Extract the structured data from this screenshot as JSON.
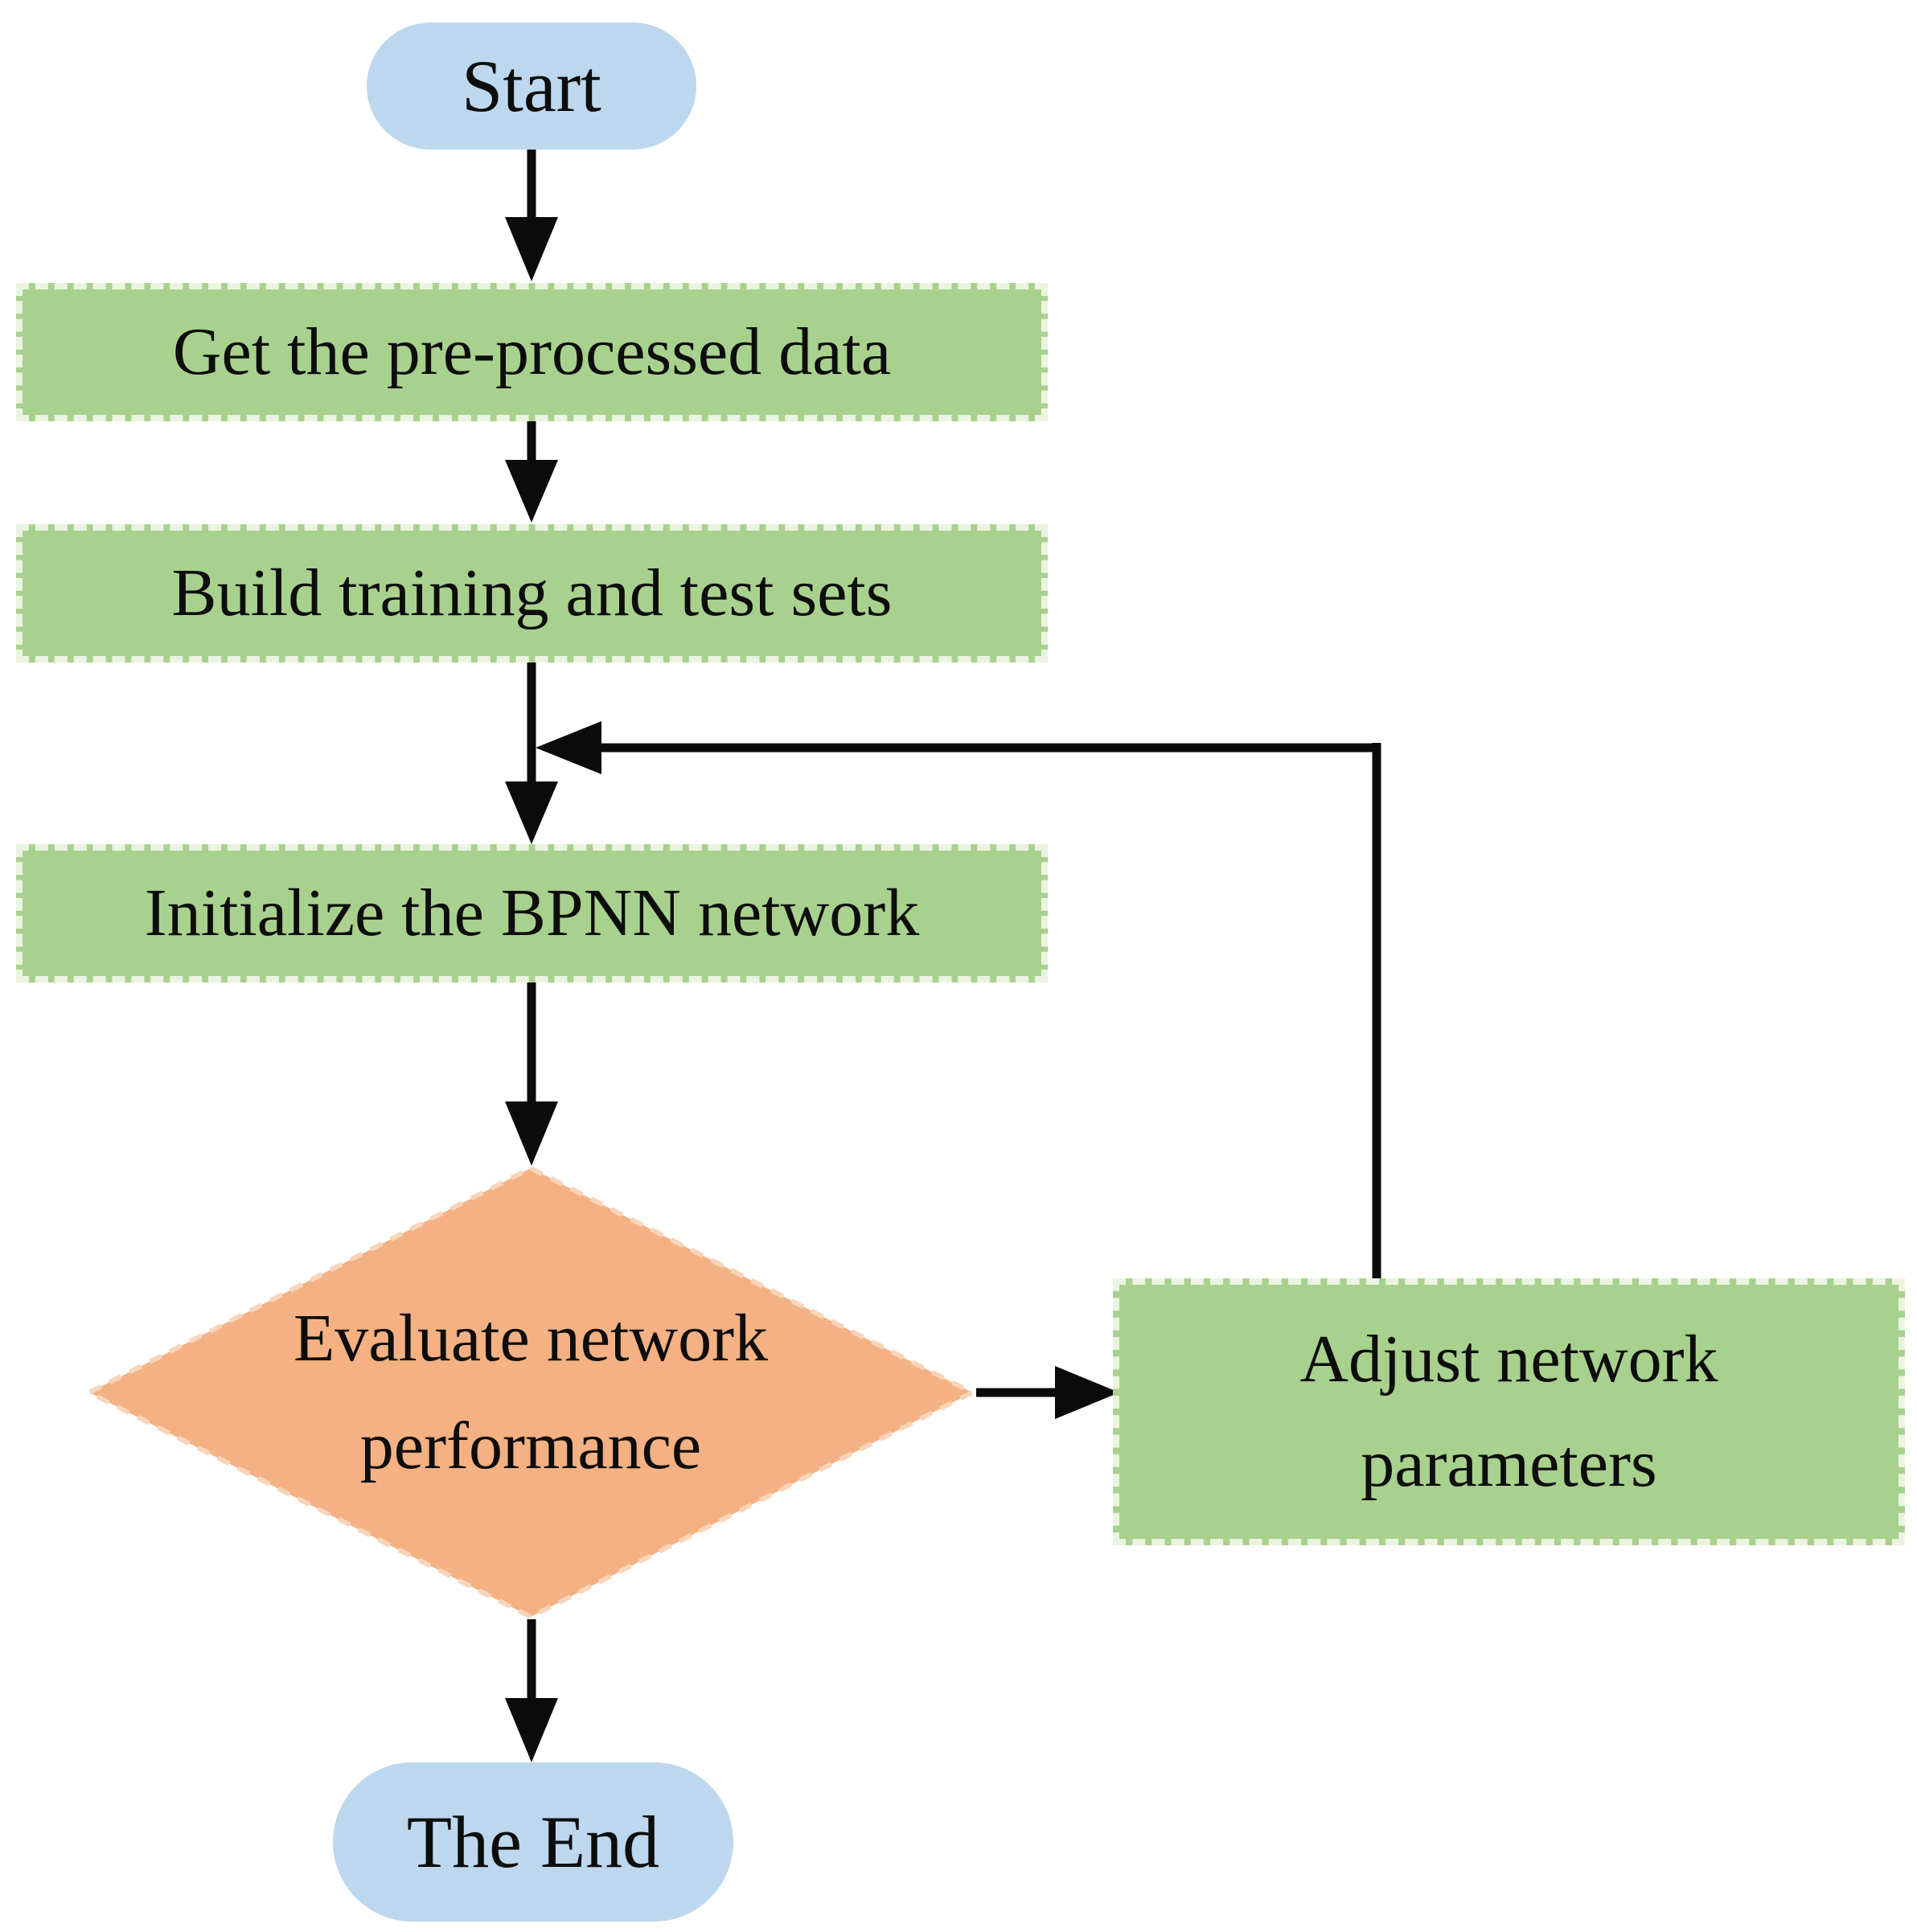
{
  "flowchart": {
    "nodes": {
      "start": {
        "label": "Start",
        "shape": "terminator",
        "fill": "#BDD7EE"
      },
      "get_data": {
        "label": "Get the pre-processed data",
        "shape": "process",
        "fill": "#A9D18E"
      },
      "build_sets": {
        "label": "Build training and test sets",
        "shape": "process",
        "fill": "#A9D18E"
      },
      "init_bpnn": {
        "label": "Initialize the BPNN network",
        "shape": "process",
        "fill": "#A9D18E"
      },
      "evaluate": {
        "label": "Evaluate network performance",
        "shape": "decision",
        "fill": "#F4B183"
      },
      "adjust": {
        "label": "Adjust network parameters",
        "shape": "process",
        "fill": "#A9D18E"
      },
      "end": {
        "label": "The End",
        "shape": "terminator",
        "fill": "#BDD7EE"
      }
    },
    "colors": {
      "terminator_fill": "#BDD7EE",
      "process_fill": "#A9D18E",
      "process_border": "#EAF4E0",
      "decision_fill": "#F4B183",
      "decision_border": "#F8D5BA",
      "connector": "#0B0B0B",
      "text": "#0D0D0D",
      "background": "#FFFFFF"
    }
  }
}
